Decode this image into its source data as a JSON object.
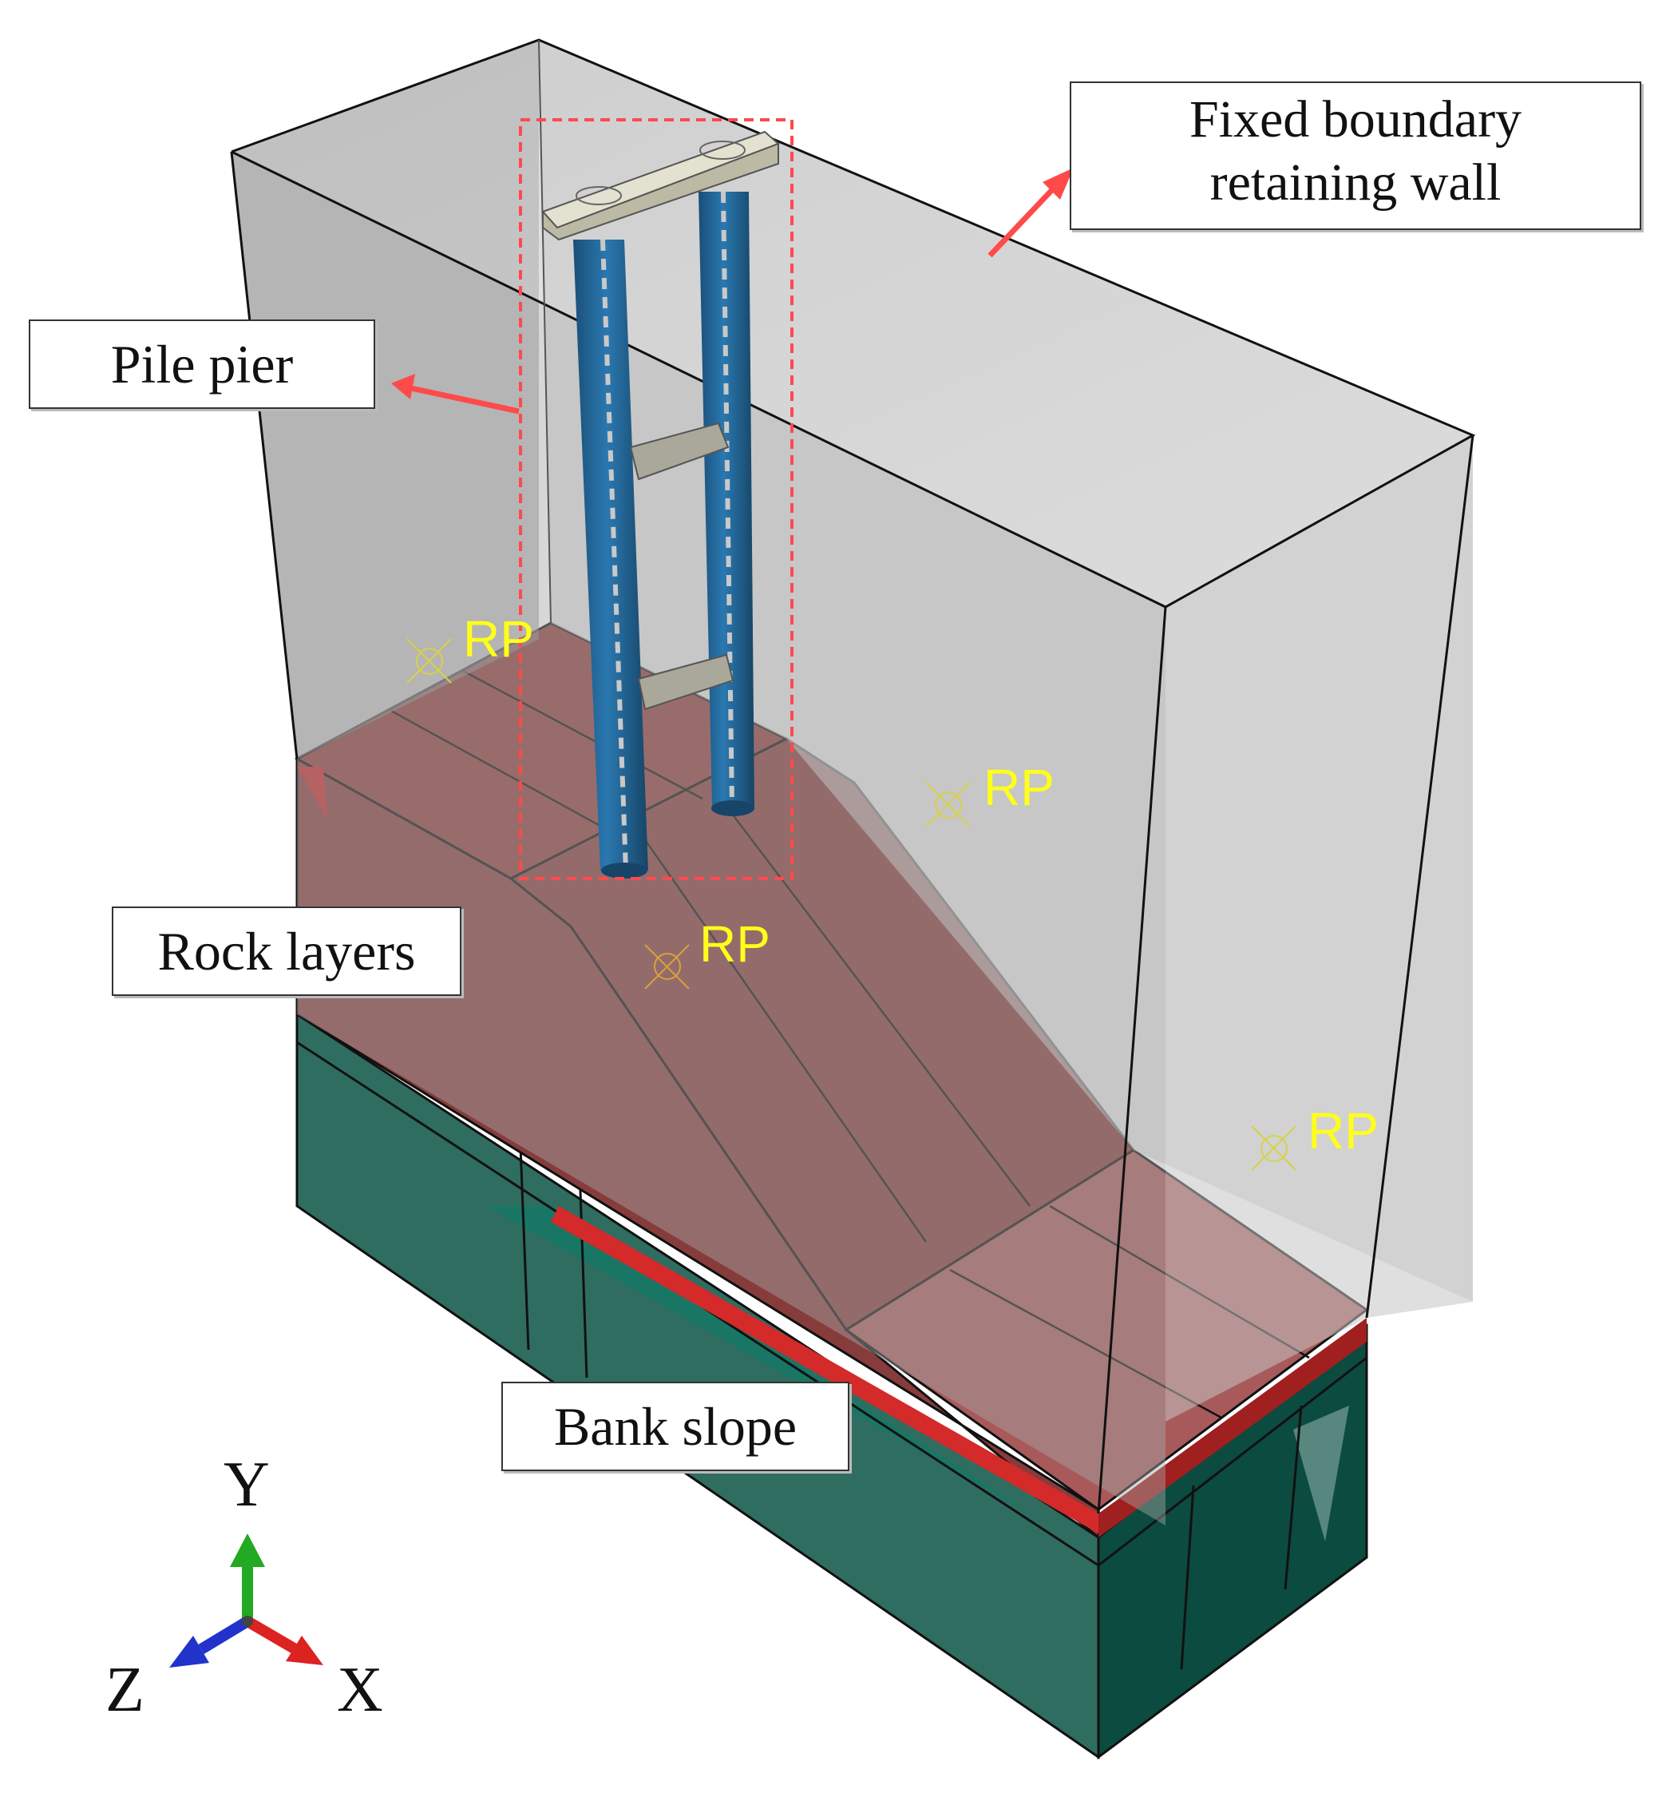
{
  "callouts": {
    "fixed_boundary": {
      "line1": "Fixed boundary",
      "line2": "retaining wall"
    },
    "pile_pier": "Pile pier",
    "rock_layers": "Rock layers",
    "bank_slope": "Bank slope"
  },
  "reference_points": [
    "RP",
    "RP",
    "RP",
    "RP"
  ],
  "axes": {
    "y": "Y",
    "z": "Z",
    "x": "X"
  },
  "colors": {
    "retaining_wall": "#c8c8c8",
    "rock_layer": "#8b3a3a",
    "bank_slope": "#2e6e62",
    "pile": "#1f5f8b",
    "cap_beam": "#d6d3c0",
    "highlight_box": "#ff4a4a",
    "rp_marker": "#ffff1a",
    "axis_y": "#22aa22",
    "axis_x": "#dd2222",
    "axis_z": "#2233cc"
  }
}
